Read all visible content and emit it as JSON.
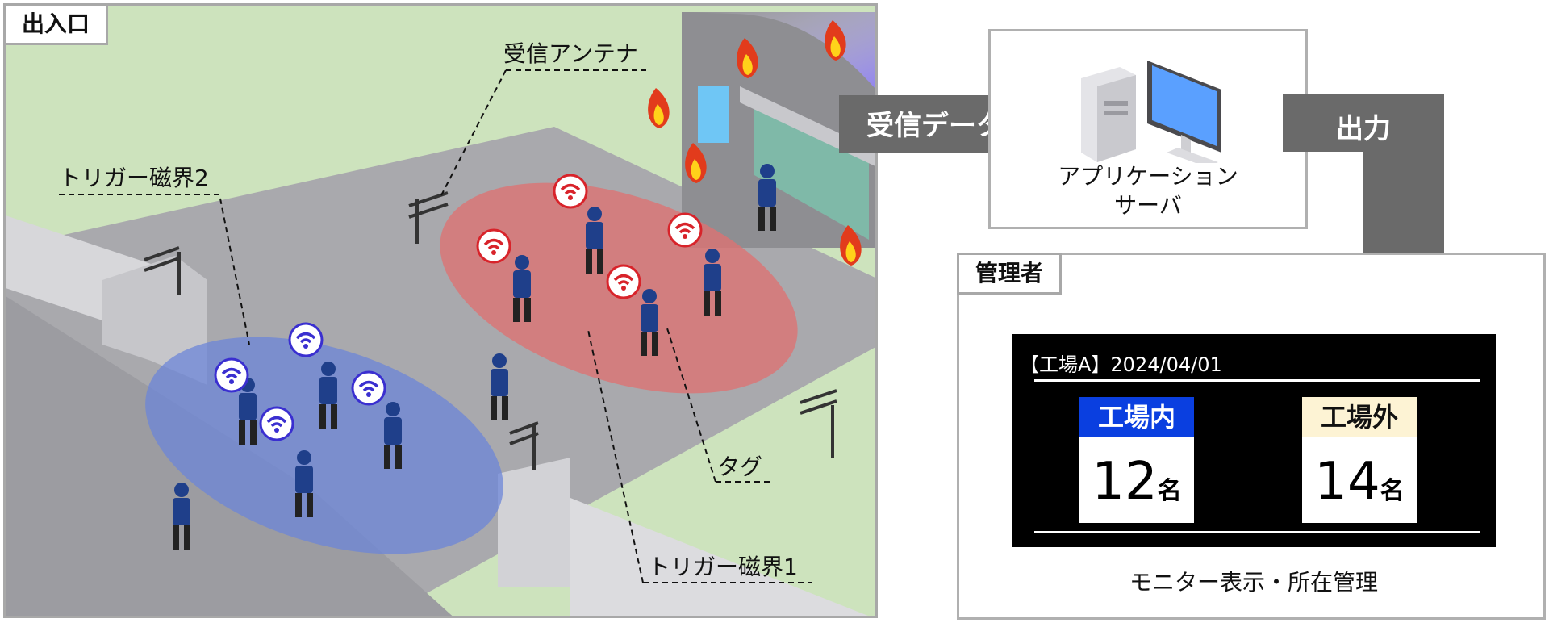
{
  "scene": {
    "label": "出入口",
    "callouts": {
      "antenna": "受信アンテナ",
      "field2": "トリガー磁界2",
      "tag": "タグ",
      "field1": "トリガー磁界1"
    }
  },
  "flow": {
    "received_data": "受信データ",
    "output": "出力"
  },
  "server": {
    "line1": "アプリケーション",
    "line2": "サーバ"
  },
  "admin": {
    "label": "管理者",
    "monitor": {
      "title": "【工場A】2024/04/01",
      "inside_label": "工場内",
      "inside_count": "12",
      "outside_label": "工場外",
      "outside_count": "14",
      "unit": "名"
    },
    "caption": "モニター表示・所在管理"
  },
  "colors": {
    "inside_header": "#0a3fe0",
    "outside_header": "#fdf3d4",
    "zone_blue": "#6c86d8",
    "zone_red": "#e07070",
    "lawn": "#cde3bd",
    "road": "#a9a9ad"
  }
}
